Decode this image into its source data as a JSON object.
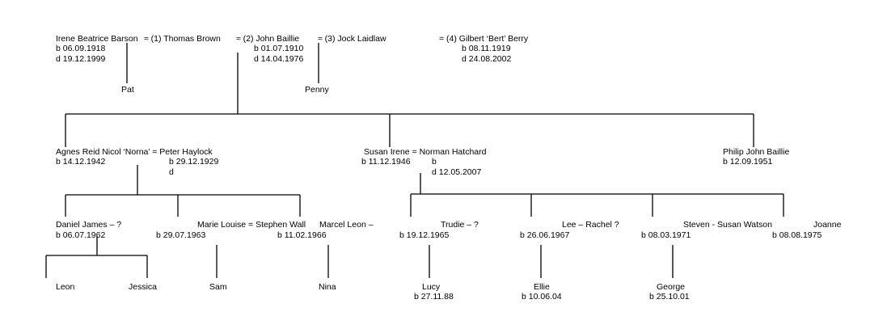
{
  "generation1": {
    "irene": {
      "name": "Irene Beatrice Barson",
      "born": "b 06.09.1918",
      "died": "d 19.12.1999"
    },
    "thomas": {
      "name": "≈ (1) Thomas Brown"
    },
    "john": {
      "name": "≈ (2) John Baillie",
      "born": "b 01.07.1910",
      "died": "d 14.04.1976"
    },
    "jock": {
      "name": "≈ (3) Jock Laidlaw"
    },
    "gilbert": {
      "name": "= (4) Gilbert ‘Bert’ Berry",
      "born": "b 08.11.1919",
      "died": "d 24.08.2002"
    },
    "pat": {
      "name": "Pat"
    },
    "penny": {
      "name": "Penny"
    }
  },
  "generation2": {
    "agnes": {
      "name": "Agnes Reid Nicol ‘Norna’ = Peter Haylock",
      "born": "b 14.12.1942"
    },
    "peter": {
      "born": "b 29.12.1929",
      "died": "d"
    },
    "susan": {
      "name": "Susan Irene = Norman Hatchard",
      "born": "b 11.12.1946"
    },
    "norman": {
      "born": "b",
      "died": "d 12.05.2007"
    },
    "philip": {
      "name": "Philip John Baillie",
      "born": "b 12.09.1951"
    }
  },
  "generation3": {
    "daniel": {
      "name": "Daniel James – ?",
      "born": "b 06.07.1962"
    },
    "marie": {
      "name": "Marie Louise = Stephen Wall",
      "born": "b 29.07.1963"
    },
    "marcel": {
      "name": "Marcel Leon –",
      "born": "b 11.02.1966"
    },
    "trudie": {
      "name": "Trudie – ?",
      "born": "b 19.12.1965"
    },
    "lee": {
      "name": "Lee – Rachel ?",
      "born": "b 26.06.1967"
    },
    "steven": {
      "name": "Steven - Susan Watson",
      "born": "b 08.03.1971"
    },
    "joanne": {
      "name": "Joanne",
      "born": "b 08.08.1975"
    }
  },
  "generation4": {
    "leon": {
      "name": "Leon"
    },
    "jessica": {
      "name": "Jessica"
    },
    "sam": {
      "name": "Sam"
    },
    "nina": {
      "name": "Nina"
    },
    "lucy": {
      "name": "Lucy",
      "born": "b 27.11.88"
    },
    "ellie": {
      "name": "Ellie",
      "born": "b 10.06.04"
    },
    "george": {
      "name": "George",
      "born": "b 25.10.01"
    }
  }
}
